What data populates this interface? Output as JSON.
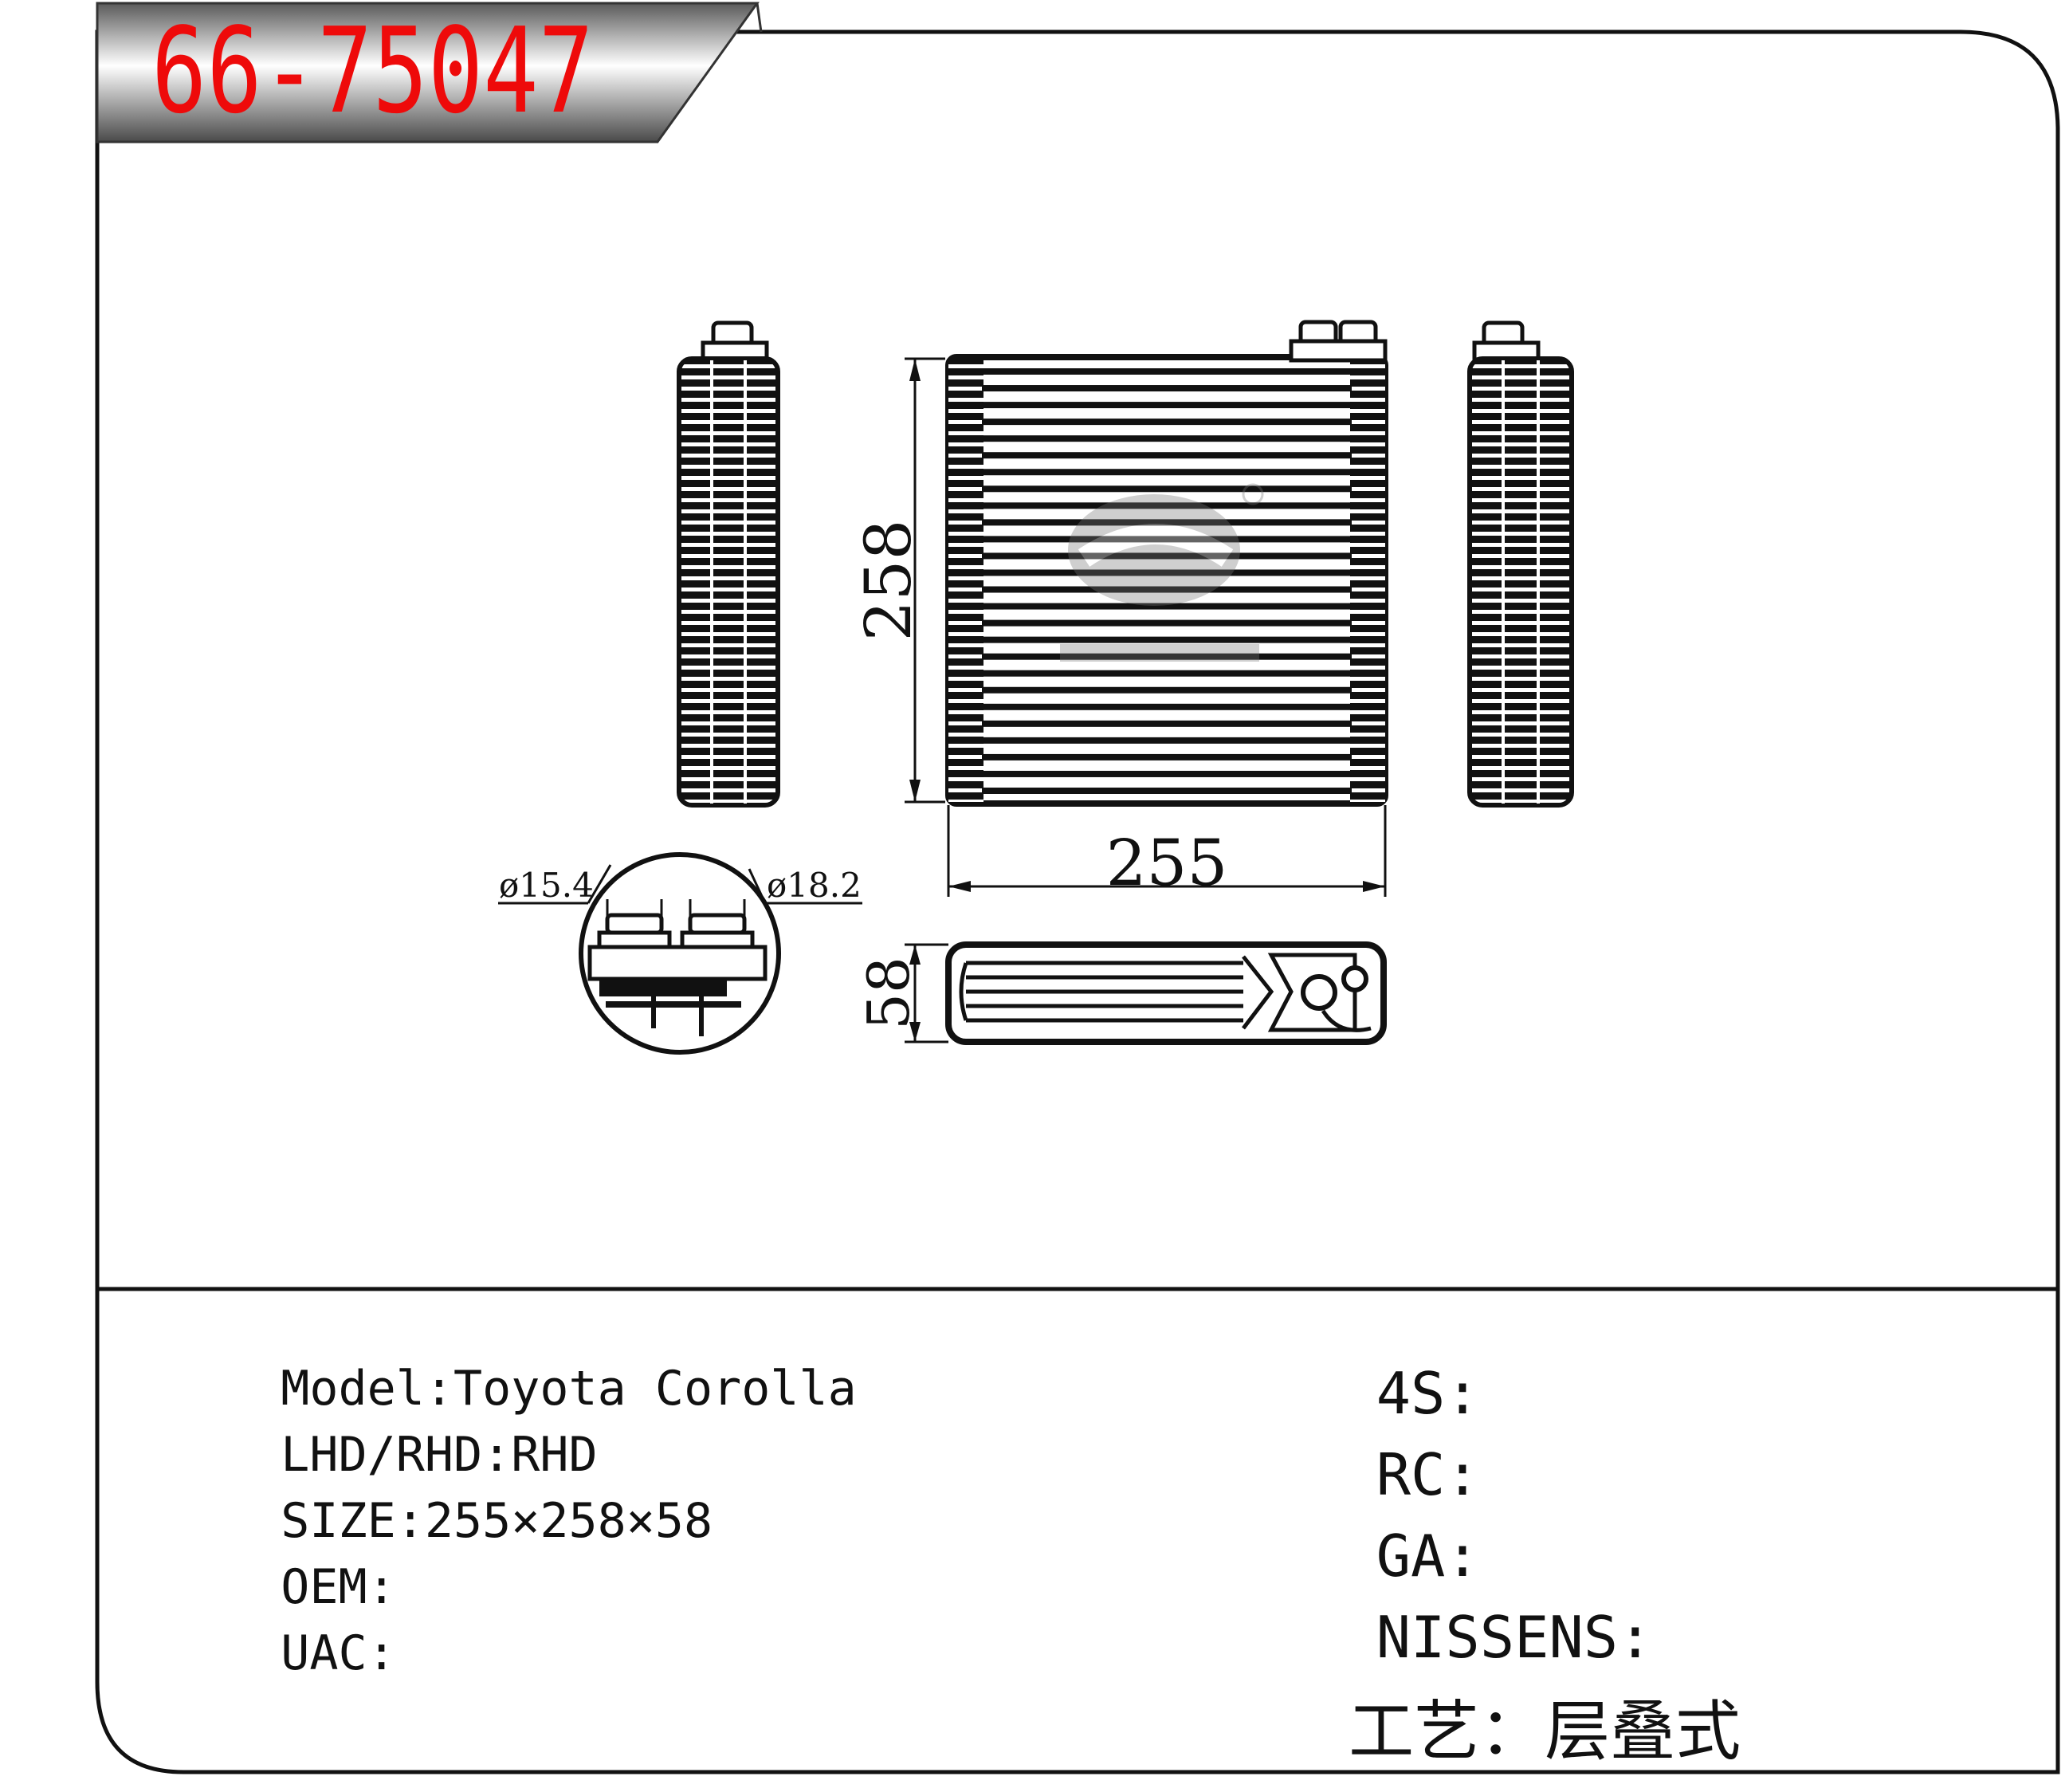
{
  "part_code": "66-75047",
  "dimensions": {
    "width": "255",
    "height": "258",
    "depth": "58",
    "inlet_diameter": "ø15.4",
    "outlet_diameter": "ø18.2"
  },
  "specs_left": [
    {
      "label": "Model",
      "value": "Toyota Corolla"
    },
    {
      "label": "LHD/RHD",
      "value": "RHD"
    },
    {
      "label": "SIZE",
      "value": "255×258×58"
    },
    {
      "label": "OEM",
      "value": ""
    },
    {
      "label": "UAC",
      "value": ""
    }
  ],
  "specs_right": [
    {
      "label": "4S",
      "value": ""
    },
    {
      "label": "RC",
      "value": ""
    },
    {
      "label": "GA",
      "value": ""
    },
    {
      "label": "NISSENS",
      "value": ""
    }
  ],
  "process": {
    "label": "工艺",
    "value": "层叠式"
  },
  "colors": {
    "code": "#ee0a0a",
    "line": "#111111",
    "watermark": "#b8b8b8"
  },
  "icons": [
    "evaporator-side-view",
    "evaporator-front-view",
    "evaporator-top-view",
    "fitting-detail",
    "brand-watermark-logo"
  ]
}
